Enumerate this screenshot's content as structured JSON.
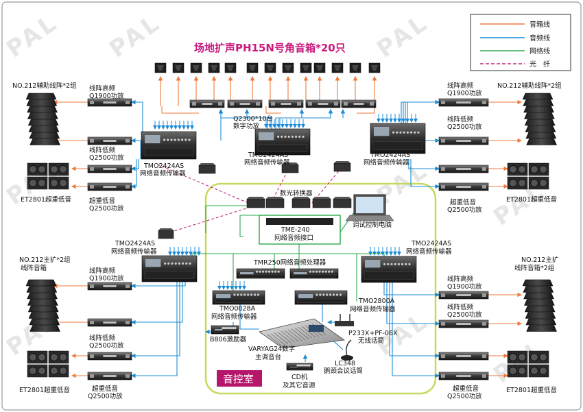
{
  "title": "场地扩声PH15N号角音箱*20只",
  "watermark": "PAL",
  "legend": [
    {
      "label": "音箱线",
      "color": "#f07a3a",
      "dash": false
    },
    {
      "label": "音频线",
      "color": "#1c8bd6",
      "dash": false
    },
    {
      "label": "网络线",
      "color": "#2aa84a",
      "dash": false
    },
    {
      "label": "光　纤",
      "color": "#c0267a",
      "dash": true
    }
  ],
  "labels": {
    "aux_array_left": "NO.212辅助线阵*2组",
    "aux_array_right": "NO.212辅助线阵*2组",
    "hf_amp_tl": [
      "线阵高频",
      "Q1900功放"
    ],
    "lf_amp_tl": [
      "线阵低频",
      "Q2500功放"
    ],
    "tmo_tl": [
      "TMO2424AS",
      "网络音频传输器"
    ],
    "sub_tl": "ET2801超重低音",
    "sub_amp_tl": [
      "超重低音",
      "Q2500功放"
    ],
    "q2300": [
      "Q2300*10台",
      "数字功放"
    ],
    "tmo_tc": [
      "TMO2424AS",
      "网络音频传输器"
    ],
    "hf_amp_tr": [
      "线阵高频",
      "Q1900功放"
    ],
    "lf_amp_tr": [
      "线阵低频",
      "Q2500功放"
    ],
    "tmo_tr": [
      "TMO2424AS",
      "网络音频传输器"
    ],
    "sub_amp_tr": [
      "超重低音",
      "Q2500功放"
    ],
    "sub_tr": "ET2801超重低音",
    "fiber_conv": "数光转换器",
    "pc": "调试控制电脑",
    "tme": [
      "TME-240",
      "网络音频接口"
    ],
    "tmo_ml": [
      "TMO2424AS",
      "网络音频传输器"
    ],
    "tmo_mr": [
      "TMO2424AS",
      "网络音频传输器"
    ],
    "main_left": [
      "NO.212主扩*2组",
      "线阵音箱"
    ],
    "main_right": [
      "NO.212主扩",
      "线阵音箱*2组"
    ],
    "tmr": "TMR250网络音频处理器",
    "hf_amp_bl": [
      "线阵高频",
      "Q1900功放"
    ],
    "lf_amp_bl": [
      "线阵低频",
      "Q2500功放"
    ],
    "sub_amp_bl": [
      "超重低音",
      "Q2500功放"
    ],
    "sub_bl": "ET2801超重低音",
    "tmo0028": [
      "TMO0028A",
      "网络音频传输器"
    ],
    "tmo2800": [
      "TMO2800A",
      "网络音频传输器"
    ],
    "b806": "B806激励器",
    "mixer": [
      "VARYAG24数字",
      "主调音台"
    ],
    "p233": [
      "P233X+PF-06X",
      "无线话筒"
    ],
    "lc348": [
      "LC348",
      "鹅颈会议话筒"
    ],
    "cd": [
      "CD机",
      "及其它音源"
    ],
    "control_room": "音控室",
    "hf_amp_br": [
      "线阵高频",
      "Q1900功放"
    ],
    "lf_amp_br": [
      "线阵低频",
      "Q2500功放"
    ],
    "sub_amp_br": [
      "超重低音",
      "Q2500功放"
    ],
    "sub_br": "ET2801超重低音"
  },
  "colors": {
    "speaker": "#f07a3a",
    "audio": "#1c8bd6",
    "network": "#2aa84a",
    "fiber": "#c0267a",
    "room_border": "#c9d85a",
    "control_bg": "#b5166b"
  }
}
